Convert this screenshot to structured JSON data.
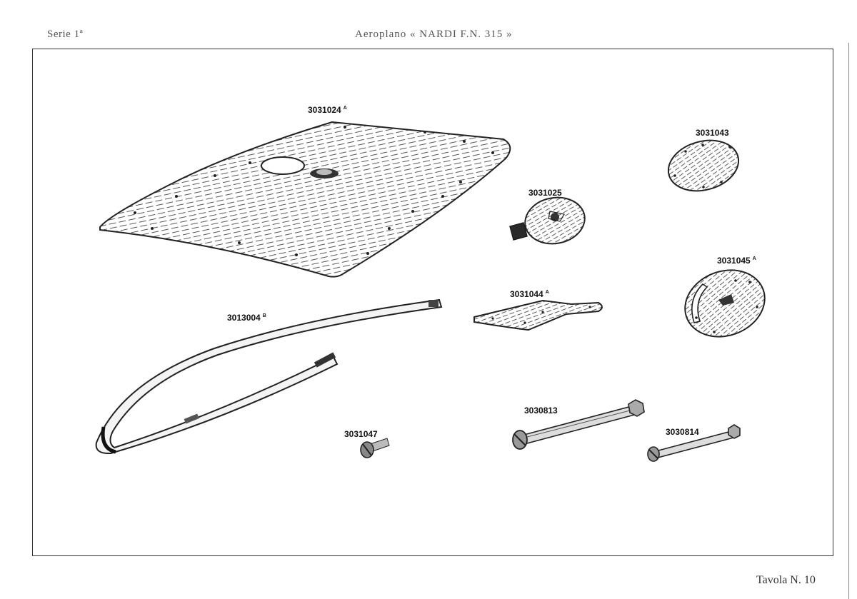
{
  "header": {
    "serie": "Serie 1ª",
    "title": "Aeroplano « NARDI F.N. 315 »"
  },
  "footer": {
    "tavola": "Tavola N. 10"
  },
  "parts": [
    {
      "number": "3031024",
      "suffix": "A"
    },
    {
      "number": "3031043",
      "suffix": ""
    },
    {
      "number": "3031025",
      "suffix": ""
    },
    {
      "number": "3031045",
      "suffix": "A"
    },
    {
      "number": "3031044",
      "suffix": "A"
    },
    {
      "number": "3013004",
      "suffix": "B"
    },
    {
      "number": "3030813",
      "suffix": ""
    },
    {
      "number": "3030814",
      "suffix": ""
    },
    {
      "number": "3031047",
      "suffix": ""
    }
  ]
}
